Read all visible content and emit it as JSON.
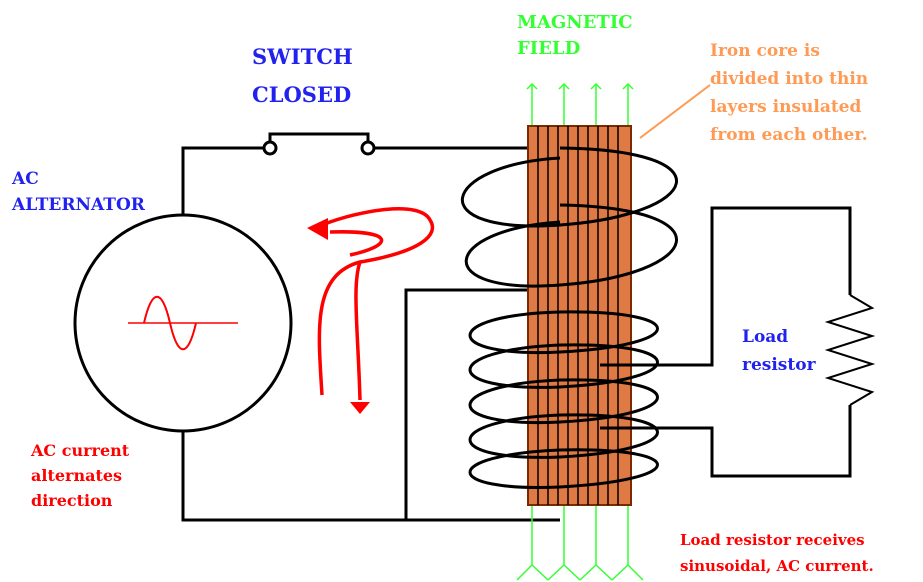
{
  "labels": {
    "magnetic_field": [
      "MAGNETIC",
      "FIELD"
    ],
    "switch": [
      "SWITCH",
      "CLOSED"
    ],
    "iron_core": [
      "Iron core is",
      "divided into thin",
      "layers insulated",
      "from  each other."
    ],
    "alternator": [
      "AC",
      "ALTERNATOR"
    ],
    "load_resistor": [
      "Load",
      "resistor"
    ],
    "ac_current": [
      "AC current",
      "alternates",
      "direction"
    ],
    "load_receives": [
      "Load resistor receives",
      "sinusoidal, AC current."
    ]
  },
  "colors": {
    "background": "#ffffff",
    "wire": "#000000",
    "field_green": "#33ff33",
    "switch_blue": "#2222ee",
    "core_fill": "#e07a45",
    "core_note": "#ff9a55",
    "current_red": "#ff0000"
  }
}
